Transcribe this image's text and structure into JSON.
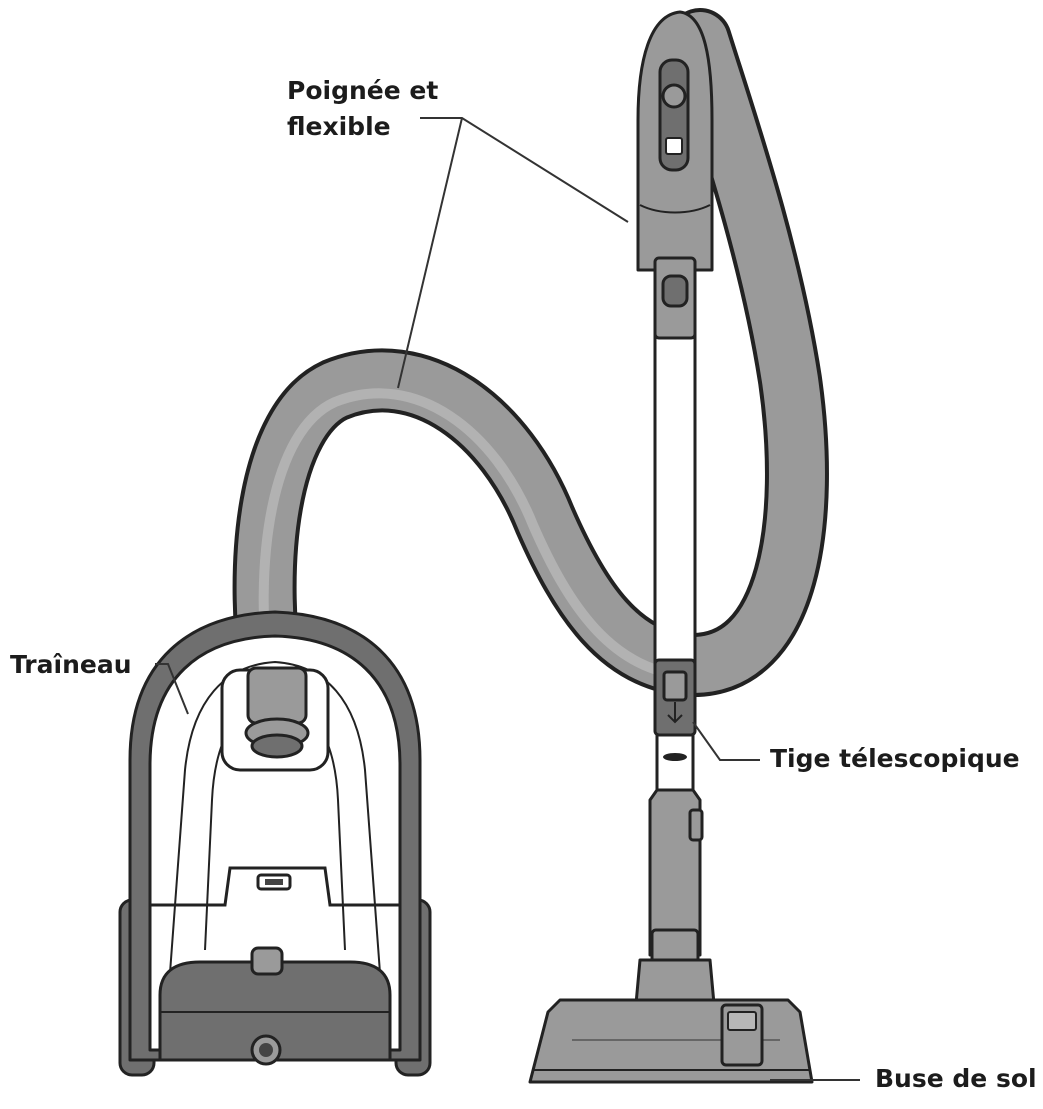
{
  "labels": {
    "handle_hose_line1": "Poignée et",
    "handle_hose_line2": "flexible",
    "sled": "Traîneau",
    "telescopic_tube": "Tige télescopique",
    "floor_nozzle": "Buse de sol"
  },
  "colors": {
    "outline": "#222222",
    "body_gray": "#9a9a9a",
    "dark_gray": "#6f6f6f",
    "background": "#ffffff"
  }
}
